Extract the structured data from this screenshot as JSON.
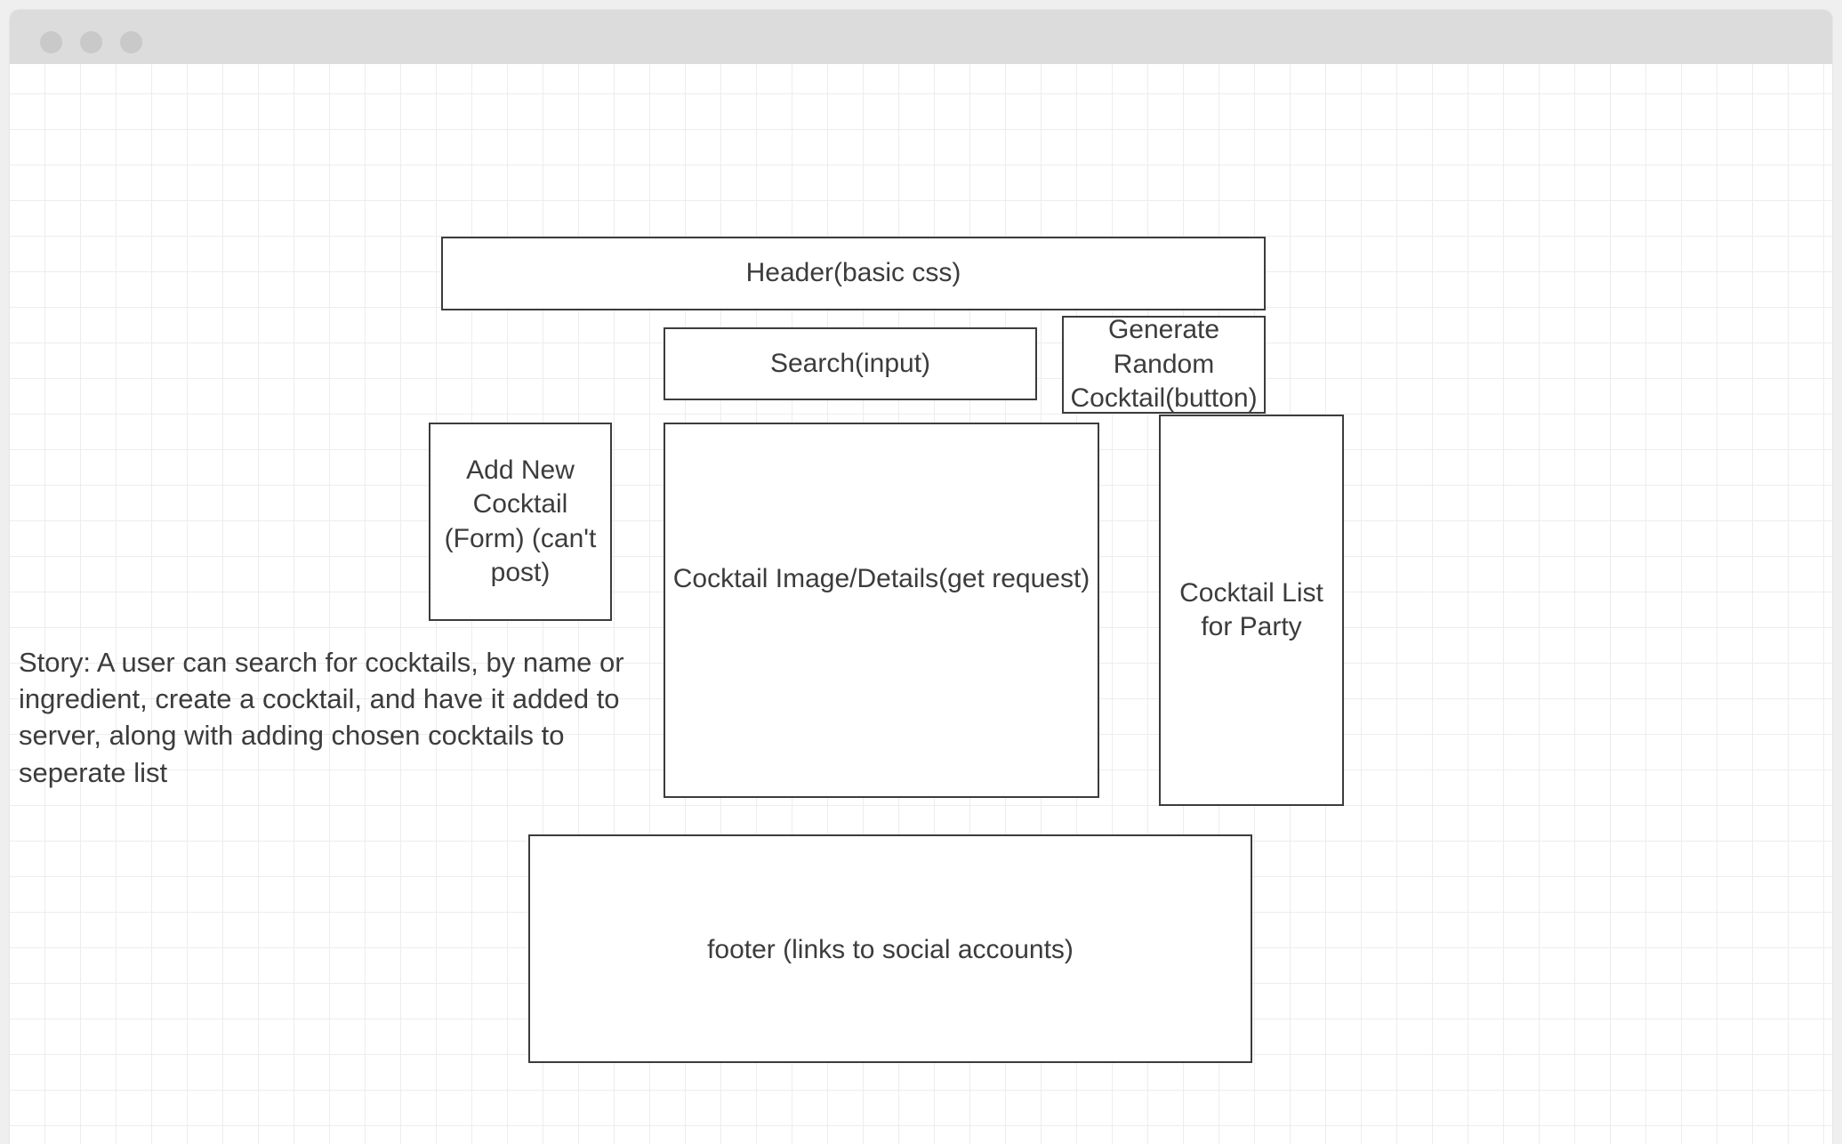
{
  "window": {
    "traffic_lights": [
      "close-dot",
      "minimize-dot",
      "maximize-dot"
    ],
    "chrome_color": "#dcdcdc",
    "canvas_color": "#ffffff",
    "grid_line_color": "#ededed",
    "grid_major_color": "#e2e2e2",
    "node_border_color": "#3c3c3c",
    "text_color": "#3c3c3c"
  },
  "diagram": {
    "kind": "wireframe",
    "nodes": [
      {
        "id": "header",
        "label": "Header(basic css)"
      },
      {
        "id": "search",
        "label": "Search(input)"
      },
      {
        "id": "generate",
        "label": "Generate Random Cocktail(button)"
      },
      {
        "id": "form",
        "label": "Add New Cocktail (Form) (can't post)"
      },
      {
        "id": "details",
        "label": "Cocktail Image/Details(get request)"
      },
      {
        "id": "list",
        "label": "Cocktail List for Party"
      },
      {
        "id": "footer",
        "label": "footer (links to social accounts)"
      }
    ],
    "annotation": {
      "text": "Story: A user can search for cocktails, by name or ingredient, create a cocktail, and have it added to server, along with adding chosen cocktails to seperate list"
    }
  }
}
